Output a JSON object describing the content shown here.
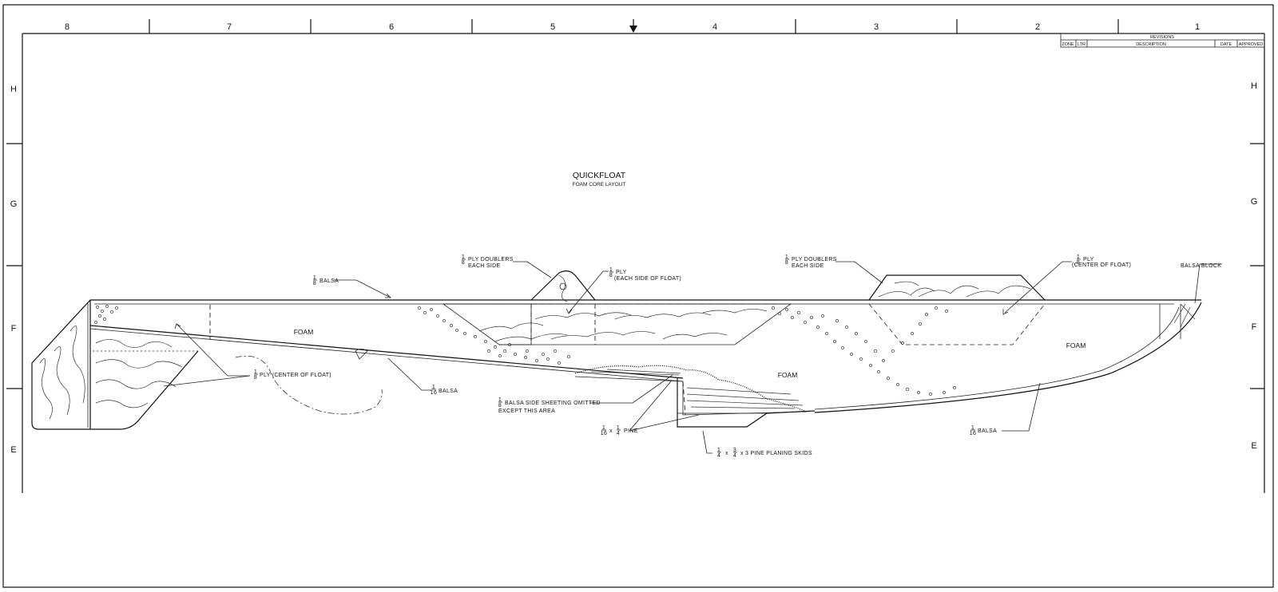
{
  "border": {
    "column_zones": [
      "8",
      "7",
      "6",
      "5",
      "4",
      "3",
      "2",
      "1"
    ],
    "row_zones": [
      "H",
      "G",
      "F",
      "E"
    ]
  },
  "revisions_block": {
    "title": "REVISIONS",
    "columns": [
      "ZONE",
      "LTR",
      "DESCRIPTION",
      "DATE",
      "APPROVED"
    ]
  },
  "drawing": {
    "title": "QUICKFLOAT",
    "subtitle": "FOAM CORE LAYOUT"
  },
  "callouts": {
    "balsa_top": "BALSA",
    "ply_doublers_1_line1": "PLY DOUBLERS",
    "ply_doublers_1_line2": "EACH SIDE",
    "ply_each_side_line1": "PLY",
    "ply_each_side_line2": "(EACH SIDE OF FLOAT)",
    "ply_doublers_2_line1": "PLY  DOUBLERS",
    "ply_doublers_2_line2": "EACH SIDE",
    "ply_center_right_line1": "PLY",
    "ply_center_right_line2": "(CENTER OF FLOAT)",
    "balsa_block": "BALSA BLOCK",
    "foam_left": "FOAM",
    "foam_center": "FOAM",
    "foam_right": "FOAM",
    "ply_center_left": "PLY (CENTER  OF FLOAT)",
    "balsa_mid": "BALSA",
    "side_sheeting_line1": "BALSA SIDE SHEETING OMITTED",
    "side_sheeting_line2": "EXCEPT THIS AREA",
    "pine": "PINE",
    "pine_skids": "x 3  PINE  PLANING  SKIDS",
    "balsa_bottom": "BALSA"
  },
  "fractions": {
    "eighth_num": "1",
    "eighth_den": "8",
    "sixteenth_num": "1",
    "sixteenth_den": "16",
    "quarter_num": "1",
    "quarter_den": "4",
    "three_quarter_num": "3",
    "three_quarter_den": "4",
    "times": "x"
  }
}
